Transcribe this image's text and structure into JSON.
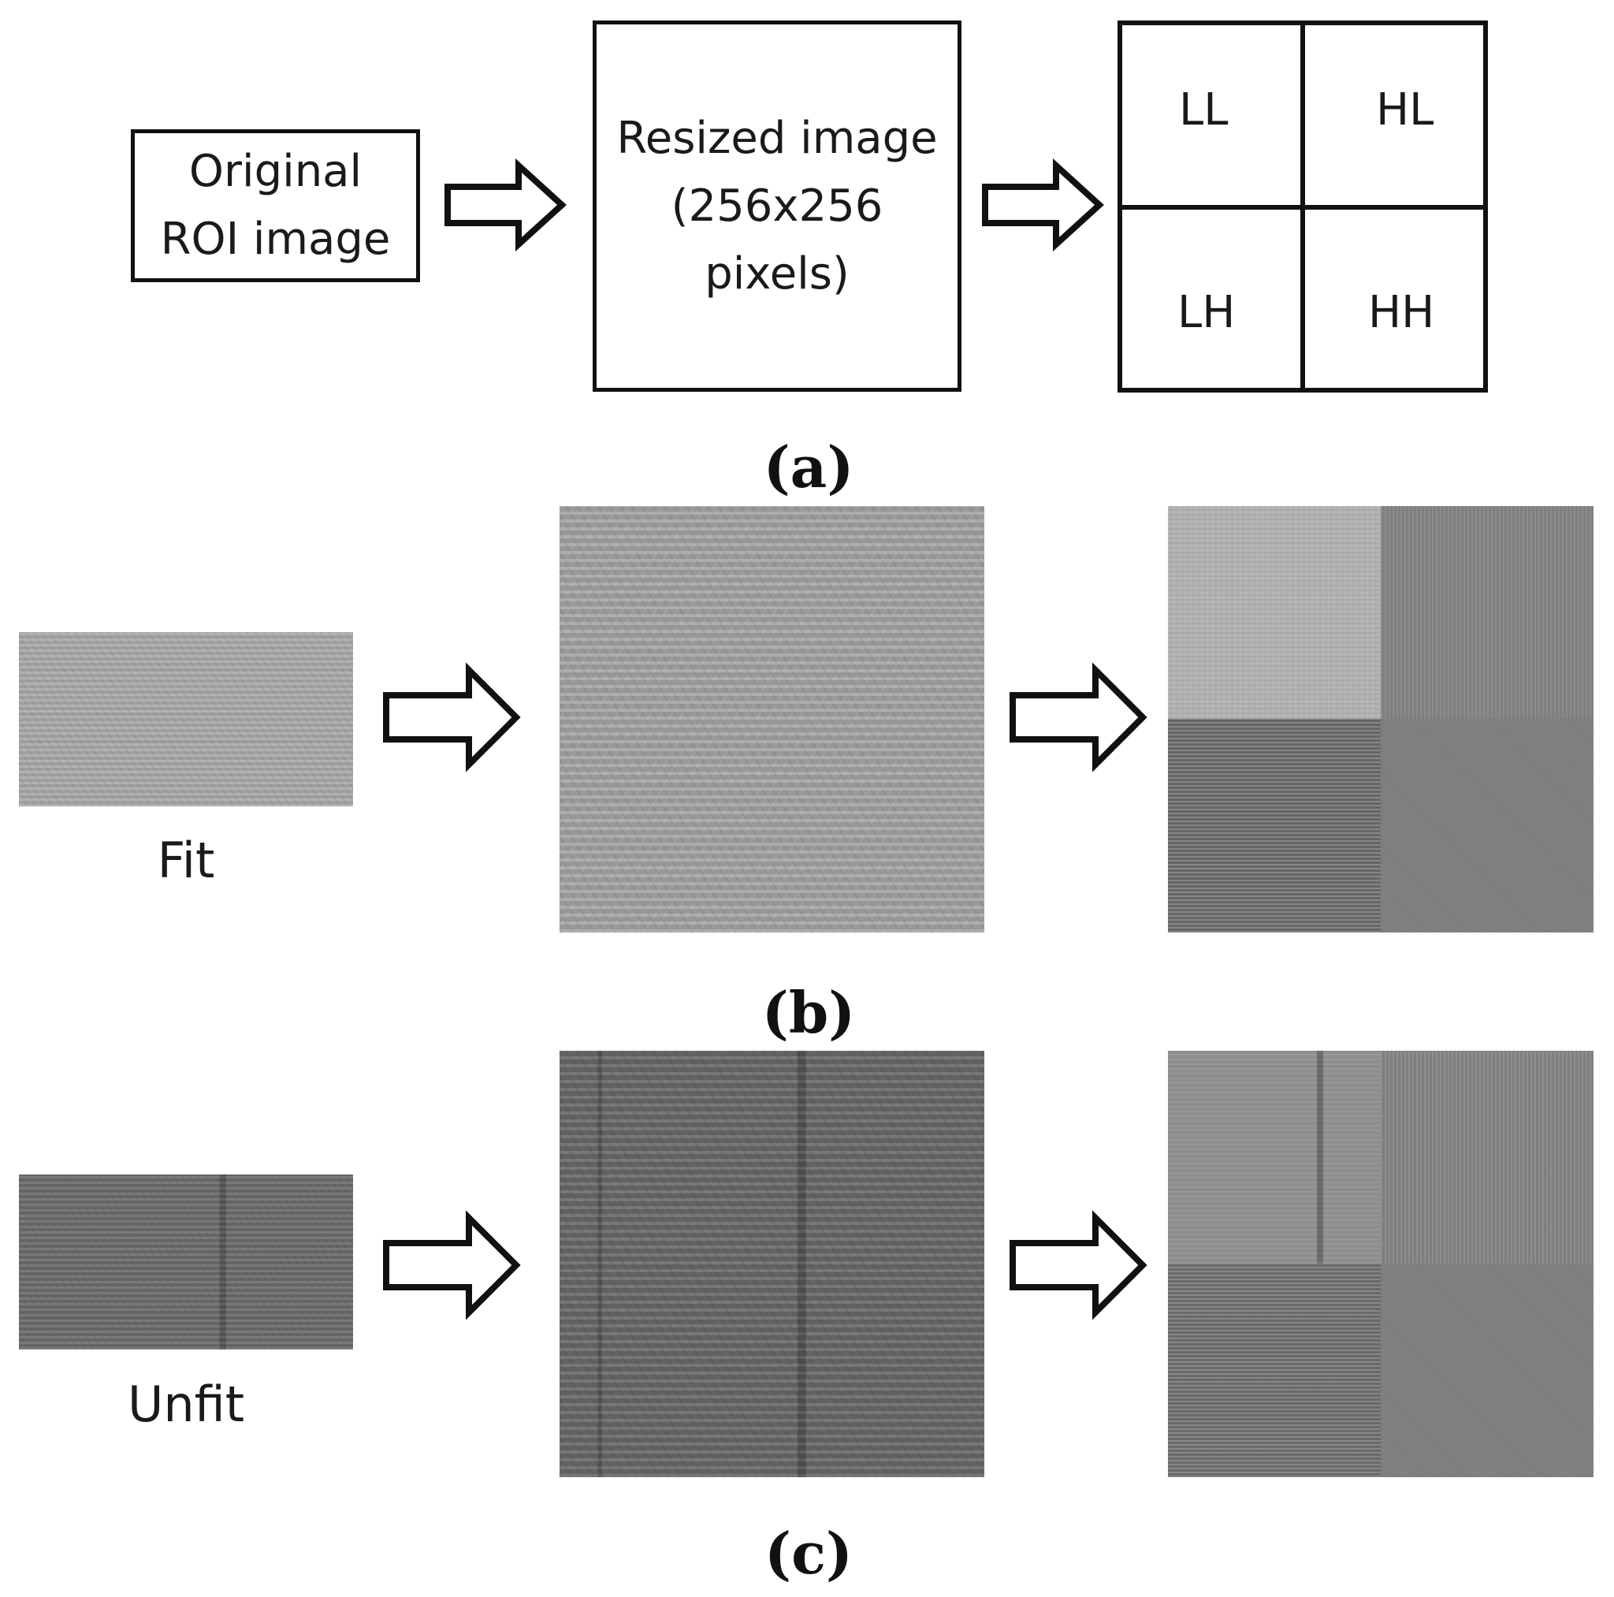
{
  "panels": {
    "a": {
      "label": "(a)",
      "original_box": "Original\nROI image",
      "resized_box": "Resized image\n(256x256\npixels)",
      "subbands": [
        "LL",
        "HL",
        "LH",
        "HH"
      ]
    },
    "b": {
      "label": "(b)",
      "sample_label": "Fit"
    },
    "c": {
      "label": "(c)",
      "sample_label": "Unfit"
    }
  },
  "icons": [
    "right-arrow-icon"
  ],
  "colors": {
    "border": "#111111",
    "fit_texture": "#a9a9a9",
    "unfit_texture": "#6f6f6f",
    "detail_band": "#7d7d7d"
  }
}
